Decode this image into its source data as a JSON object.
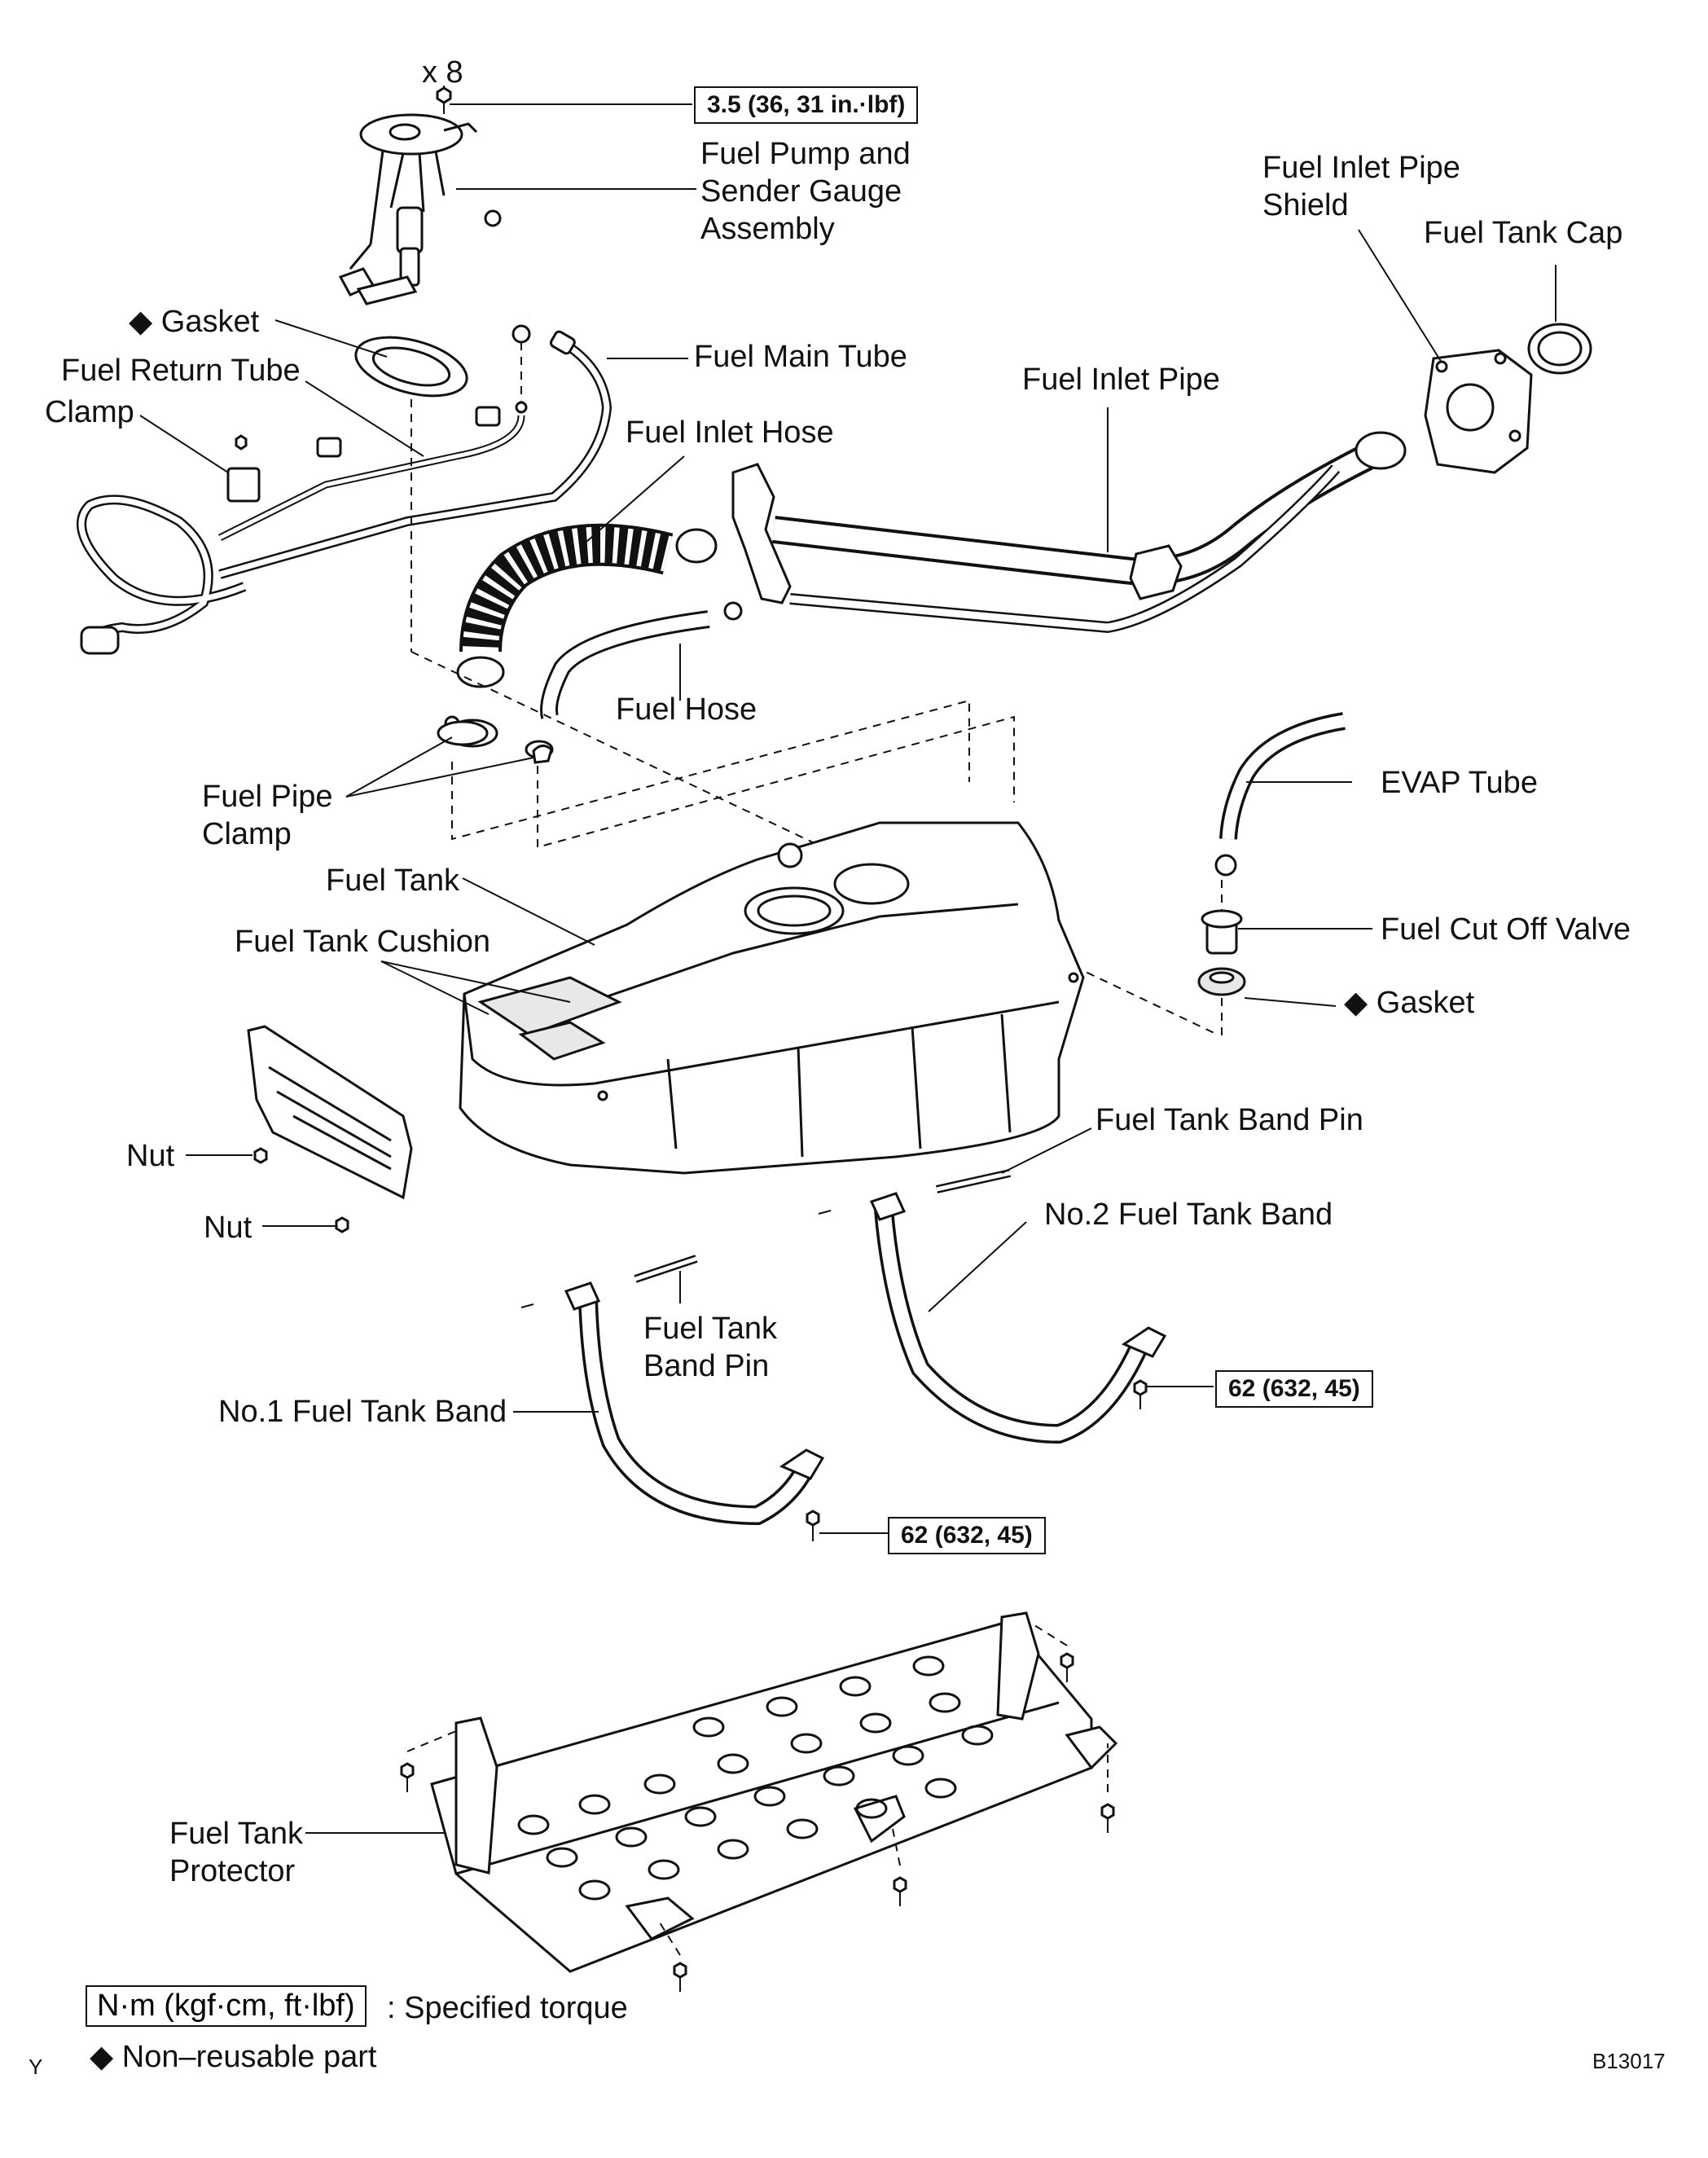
{
  "diagram": {
    "figure_code": "B13017",
    "corner_mark": "Y",
    "quantity_mark": "x 8",
    "labels": {
      "fuel_pump": "Fuel Pump and\nSender Gauge\nAssembly",
      "fuel_inlet_pipe_shield": "Fuel Inlet Pipe\nShield",
      "fuel_tank_cap": "Fuel Tank Cap",
      "gasket_top": "◆ Gasket",
      "fuel_return_tube": "Fuel Return Tube",
      "clamp": "Clamp",
      "fuel_main_tube": "Fuel Main Tube",
      "fuel_inlet_pipe": "Fuel Inlet Pipe",
      "fuel_inlet_hose": "Fuel Inlet Hose",
      "fuel_hose": "Fuel Hose",
      "fuel_pipe_clamp": "Fuel  Pipe\nClamp",
      "evap_tube": "EVAP Tube",
      "fuel_tank": "Fuel Tank",
      "fuel_tank_cushion": "Fuel Tank Cushion",
      "fuel_cut_off_valve": "Fuel Cut Off Valve",
      "gasket_valve": "◆ Gasket",
      "nut_1": "Nut",
      "nut_2": "Nut",
      "fuel_tank_band_pin_right": "Fuel Tank Band Pin",
      "no2_fuel_tank_band": "No.2 Fuel Tank Band",
      "fuel_tank_band_pin_left": "Fuel Tank\nBand Pin",
      "no1_fuel_tank_band": "No.1 Fuel Tank Band",
      "fuel_tank_protector": "Fuel Tank\nProtector"
    },
    "torques": {
      "pump": "3.5 (36, 31 in.·lbf)",
      "band2": "62 (632, 45)",
      "band1": "62 (632, 45)"
    },
    "legend": {
      "torque_box": "N·m (kgf·cm, ft·lbf)",
      "torque_text": ": Specified torque",
      "nonreusable": "◆ Non–reusable part"
    }
  }
}
